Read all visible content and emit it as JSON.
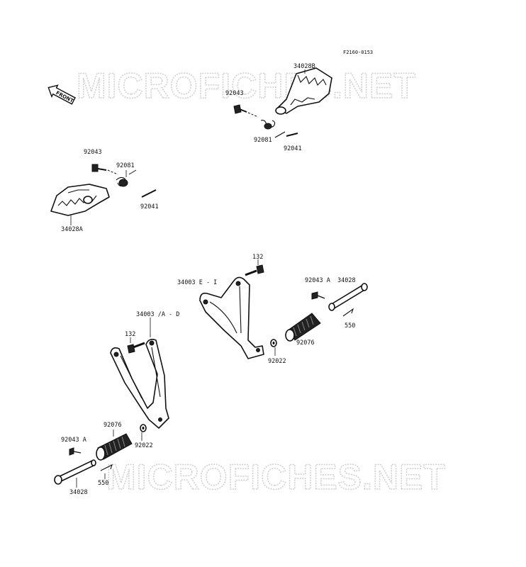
{
  "diagram_code": "F2160-0153",
  "watermark": "MICROFICHES.NET",
  "front_label": "FRONT",
  "labels": {
    "footpeg_rh": "34028B",
    "bolt_top": "92043",
    "spring_top": "92081",
    "pin_top": "92041",
    "bolt_left": "92043",
    "spring_left": "92081",
    "pin_left": "92041",
    "footpeg_lh": "34028A",
    "bolt_132_right": "132",
    "bracket_right": "34003 E - I",
    "bolt_92043a_right": "92043 A",
    "pin_34028_right": "34028",
    "cotter_550_right": "550",
    "grip_92076_right": "92076",
    "washer_92022_right": "92022",
    "bracket_left": "34003 /A - D",
    "bolt_132_left": "132",
    "grip_92076_left": "92076",
    "washer_92022_left": "92022",
    "bolt_92043a_left": "92043 A",
    "cotter_550_left": "550",
    "pin_34028_left": "34028"
  }
}
